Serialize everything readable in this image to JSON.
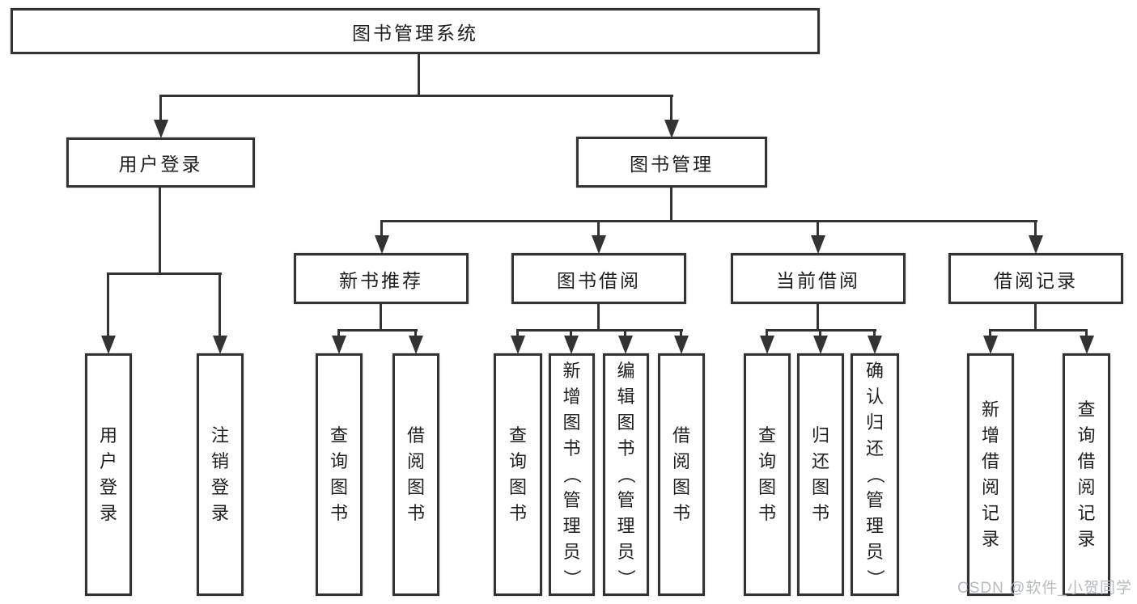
{
  "diagram": {
    "root": {
      "label": "图书管理系统"
    },
    "branches": [
      {
        "label": "用户登录",
        "leaves": [
          "用户登录",
          "注销登录"
        ]
      },
      {
        "label": "图书管理",
        "groups": [
          {
            "label": "新书推荐",
            "leaves": [
              "查询图书",
              "借阅图书"
            ]
          },
          {
            "label": "图书借阅",
            "leaves": [
              "查询图书",
              "新增图书（管理员）",
              "编辑图书（管理员）",
              "借阅图书"
            ]
          },
          {
            "label": "当前借阅",
            "leaves": [
              "查询图书",
              "归还图书",
              "确认归还（管理员）"
            ]
          },
          {
            "label": "借阅记录",
            "leaves": [
              "新增借阅记录",
              "查询借阅记录"
            ]
          }
        ]
      }
    ]
  },
  "watermark": {
    "text": "CSDN @软件_小贺同学"
  },
  "colors": {
    "line": "#333333",
    "border": "#333333",
    "text": "#1f1f1f",
    "background": "#ffffff",
    "watermark": "#b6bac1"
  }
}
